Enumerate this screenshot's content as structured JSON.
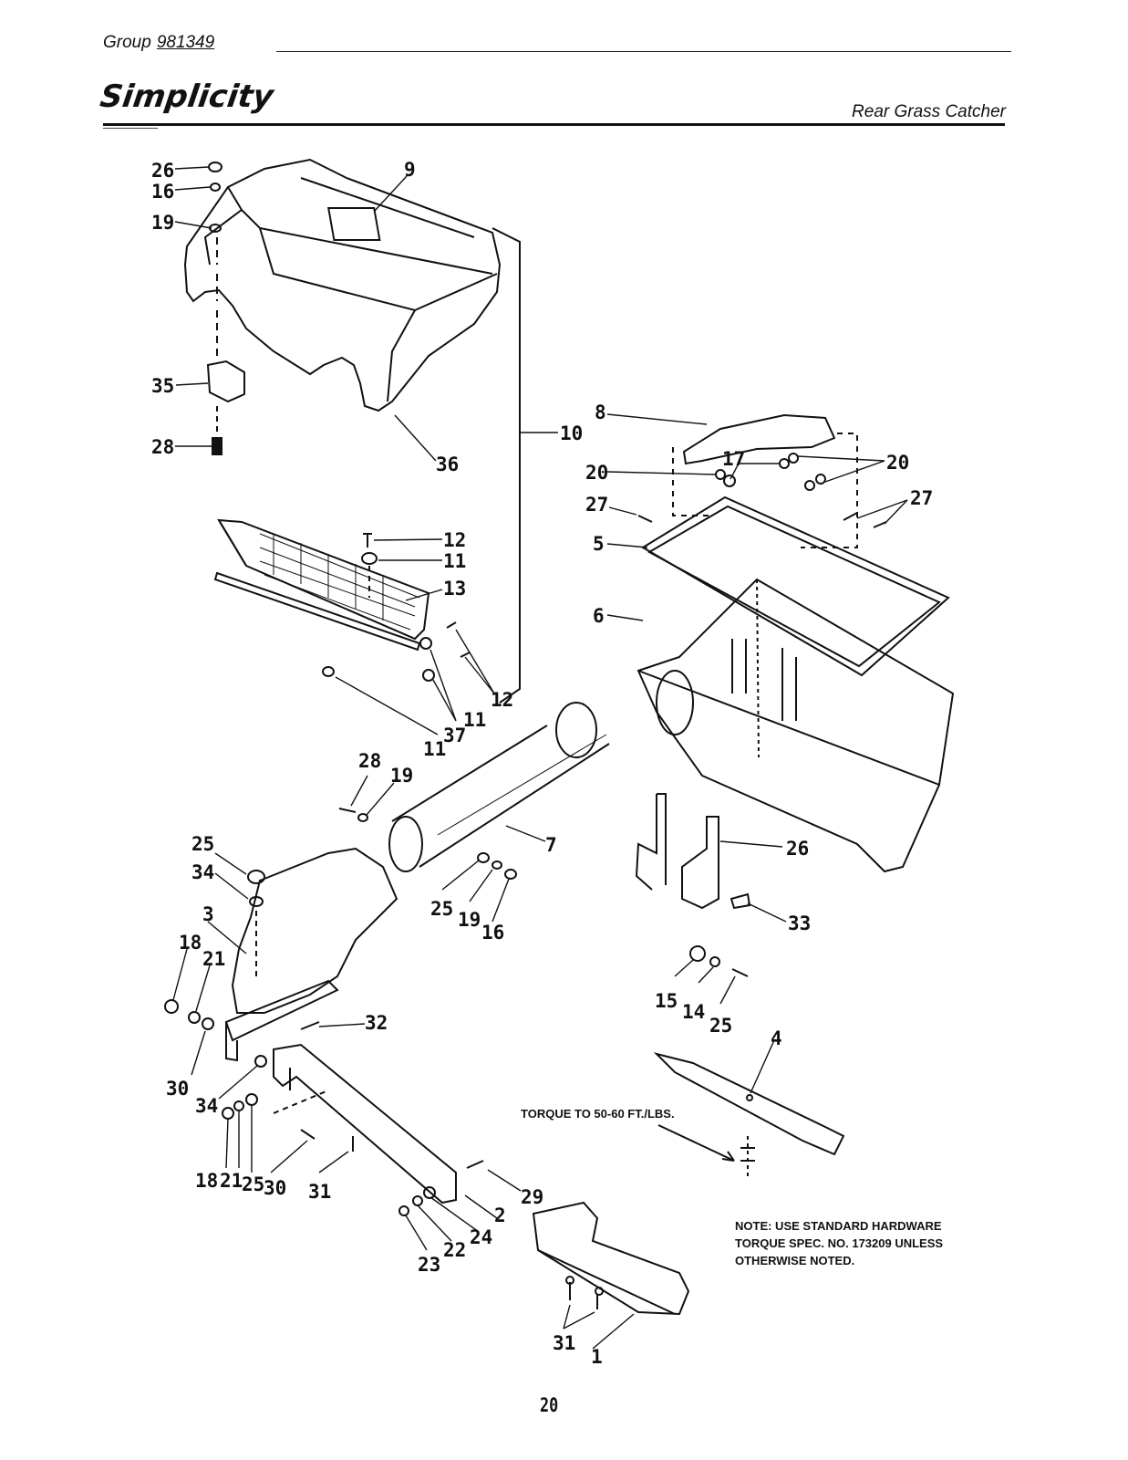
{
  "header": {
    "group_label": "Group",
    "group_number": "981349",
    "brand": "Simplicity",
    "section_title": "Rear Grass Catcher"
  },
  "callouts": [
    "26",
    "16",
    "19",
    "9",
    "35",
    "28",
    "36",
    "10",
    "8",
    "20",
    "17",
    "20",
    "27",
    "27",
    "5",
    "6",
    "12",
    "11",
    "13",
    "12",
    "11",
    "37",
    "11",
    "28",
    "19",
    "7",
    "25",
    "34",
    "3",
    "18",
    "21",
    "25",
    "19",
    "16",
    "26",
    "33",
    "15",
    "14",
    "25",
    "32",
    "30",
    "34",
    "18",
    "21",
    "25",
    "30",
    "31",
    "4",
    "29",
    "2",
    "24",
    "22",
    "23",
    "31",
    "1"
  ],
  "torque_label": "TORQUE TO 50-60 FT./LBS.",
  "note_lines": [
    "NOTE: USE STANDARD HARDWARE",
    "TORQUE SPEC. NO. 173209 UNLESS",
    "OTHERWISE NOTED."
  ],
  "page_number": "20"
}
